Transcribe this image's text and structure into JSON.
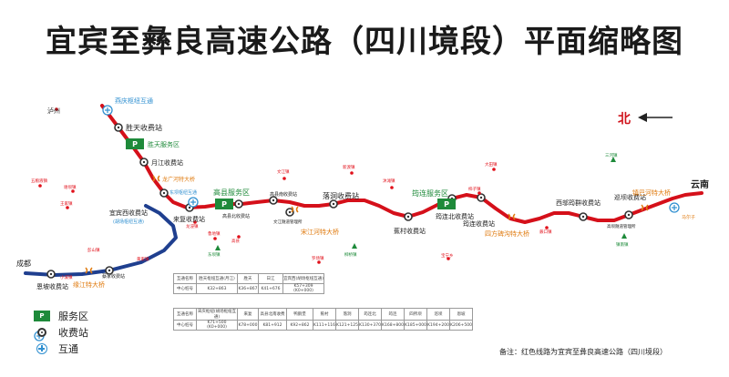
{
  "title": "宜宾至彝良高速公路（四川境段）平面缩略图",
  "north_label": "北",
  "colors": {
    "route": "#d5101a",
    "connector": "#1f3f8f",
    "service": "#1e8a3a",
    "interchange": "#2f8fd0",
    "bridge": "#e07b10",
    "town": "#e1101a"
  },
  "places": {
    "luzhou": "泸州",
    "chengdu": "成都",
    "yunnan": "云南",
    "wujiaozhen": "五粮液镇",
    "xiebao": "谢坝镇",
    "wangjia": "王家镇",
    "xiangzhen_a": "龙浸镇",
    "wenjiang": "文江镇",
    "gaoxian": "高县",
    "xiadu": "新渡镇",
    "mushan": "沐滩镇",
    "anzhen": "宝宁乡",
    "luochang": "罗场镇",
    "dazhen": "大田镇",
    "chanhe": "柿子镇",
    "ludi": "鲁地镇",
    "jiangkou": "蕨口镇",
    "sanhe": "三河镇",
    "zhennan": "镇南镇",
    "liuqiao": "柳桥镇",
    "donggou": "东坝镇",
    "xiaoxi": "小溪镇",
    "pengshan": "彭山镇",
    "huangjia": "黄家镇"
  },
  "labels": {
    "interchange_top": "燕庆枢纽互通",
    "shengtian_toll": "胜天收费站",
    "shengtian_service": "胜天服务区",
    "yuejiang_toll": "月江收费站",
    "bridge_1": "龙广河特大桥",
    "connector_label": "东坝枢纽互通",
    "yibin_west_toll": "宜宾西收费站",
    "yibin_west_sub": "(胡场枢纽互通)",
    "laifu_toll": "来复收费站",
    "gaoxian_service": "高县服务区",
    "gaoxian_north_toll": "高县北收费站",
    "gaoxian_nan": "高县南收费站",
    "wenjiang_center": "文江隧道管理所",
    "bridge_2": "宋江河特大桥",
    "luodong_toll": "落洞收费站",
    "yunlian_service": "筠连服务区",
    "yunlian_north_toll": "筠连北收费站",
    "jiaocun_toll": "蕉村收费站",
    "yunlian_toll": "筠连收费站",
    "bridge_3": "四方碑沟特大桥",
    "xiyan_toll": "西邬筠群收费站",
    "xunjiang_toll": "巡坝收费站",
    "xunjiang_center": "高坝隧道管理所",
    "bridge_4": "镇巴河特大桥",
    "interchange_right": "马尔子",
    "enzhou_toll": "恩坡收费站",
    "bridge_5": "缘江特大桥",
    "connector_toll": "蔡家收费站"
  },
  "legend": {
    "service_label": "服务区",
    "toll_label": "收费站",
    "interchange_label": "互通",
    "service_icon_text": "P"
  },
  "tables": {
    "t1": [
      [
        "互通名称",
        "胜天枢纽互通(月江)",
        "胜天",
        "日江",
        "宜宾西(胡场枢纽互通)"
      ],
      [
        "中心桩号",
        "K32+863",
        "K36+867",
        "K41+676",
        "K57+309 (K0+000)"
      ]
    ],
    "t2": [
      [
        "互通名称",
        "宋庆枢纽(胡场枢纽互通)",
        "来复",
        "高县北南收费",
        "鸭鹅堡",
        "蕉村",
        "落洞",
        "筠连北",
        "筠连",
        "四所坝",
        "巡坝",
        "恩坡"
      ],
      [
        "中心桩号",
        "K71+500 (K0+000)",
        "K78+000",
        "K81+912",
        "K92+862",
        "K111+116",
        "K121+125",
        "K130+370",
        "K168+800",
        "K185+000",
        "K194+200",
        "K206+500"
      ]
    ]
  },
  "note": "备注：红色线路为宜宾至彝良高速公路（四川境段）"
}
